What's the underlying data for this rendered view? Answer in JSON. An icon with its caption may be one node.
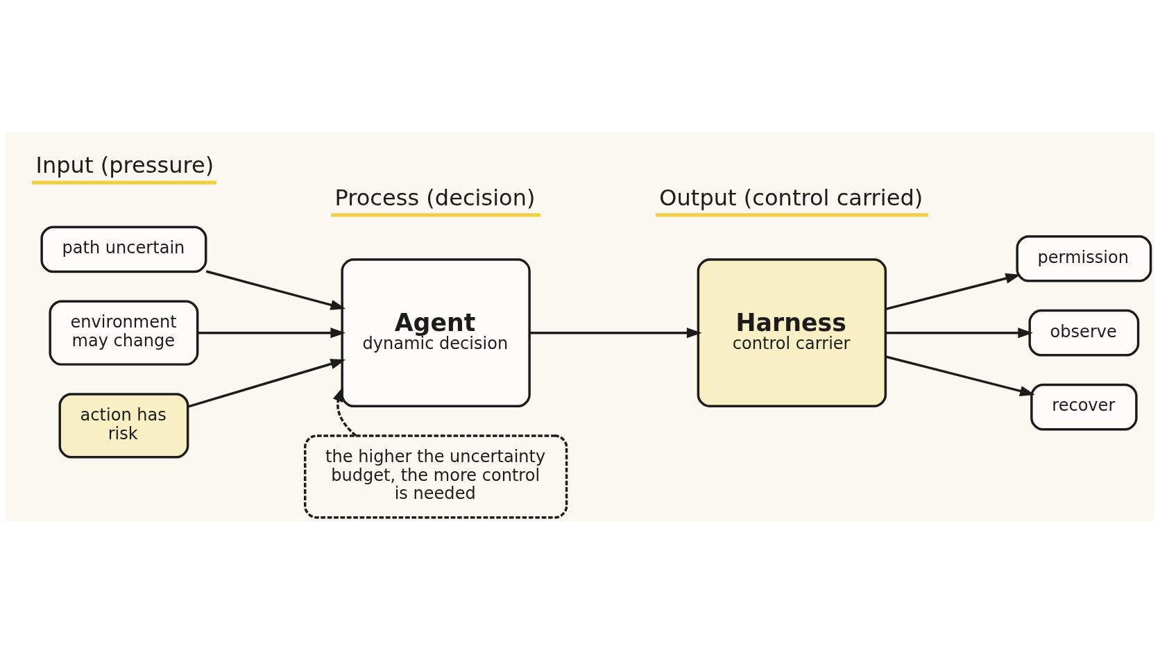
{
  "diagram": {
    "nodes": [
      {
        "text": [
          "path uncertain"
        ]
      },
      {
        "text": [
          "environment may change"
        ]
      },
      {
        "text": [
          "action has risk"
        ]
      },
      {
        "text": [
          "Agent",
          "dynamic decision"
        ]
      },
      {
        "text": [
          "the higher the uncertainty budget, the more control is needed"
        ]
      },
      {
        "text": [
          "Harness",
          "control carrier"
        ]
      },
      {
        "text": [
          "permission"
        ]
      },
      {
        "text": [
          "observe"
        ]
      },
      {
        "text": [
          "recover"
        ]
      }
    ],
    "edges": [
      {
        "from": 0,
        "to": 3,
        "arrow": "to"
      },
      {
        "from": 1,
        "to": 3,
        "arrow": "to"
      },
      {
        "from": 2,
        "to": 3,
        "arrow": "to"
      },
      {
        "from": 4,
        "to": 3,
        "arrow": "to",
        "style": "dashed"
      },
      {
        "from": 3,
        "to": 5,
        "arrow": "to"
      },
      {
        "from": 5,
        "to": 6,
        "arrow": "to"
      },
      {
        "from": 5,
        "to": 7,
        "arrow": "to"
      },
      {
        "from": 5,
        "to": 8,
        "arrow": "to"
      }
    ],
    "labels": [
      "Input (pressure)",
      "Process (decision)",
      "Output (control carried)"
    ]
  }
}
